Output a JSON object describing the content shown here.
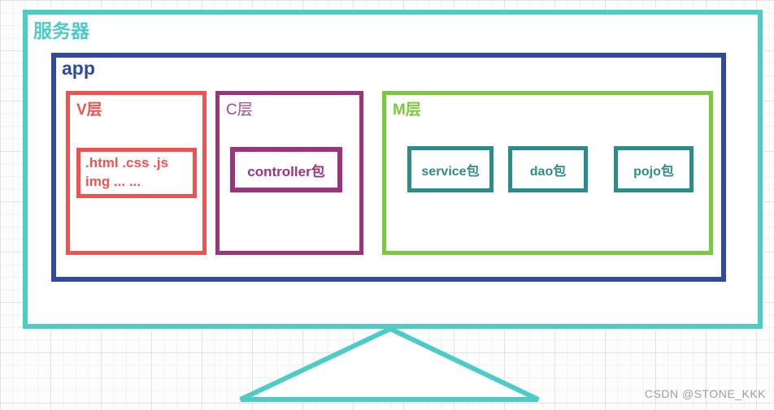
{
  "watermark": "CSDN @STONE_KKK",
  "colors": {
    "server_cyan": "#4DCBC6",
    "app_navy": "#2F4A9E",
    "view_red": "#F0524F",
    "controller_magenta": "#9E337D",
    "model_green": "#7CC83C",
    "package_teal": "#2B8C8C"
  },
  "diagram": {
    "server_label": "服务器",
    "app_label": "app",
    "v_layer": {
      "label": "V层",
      "item_lines": [
        ".html .css .js",
        "img  ... ..."
      ]
    },
    "c_layer": {
      "label": "C层",
      "item": "controller包"
    },
    "m_layer": {
      "label": "M层",
      "items": [
        "service包",
        "dao包",
        "pojo包"
      ]
    }
  }
}
